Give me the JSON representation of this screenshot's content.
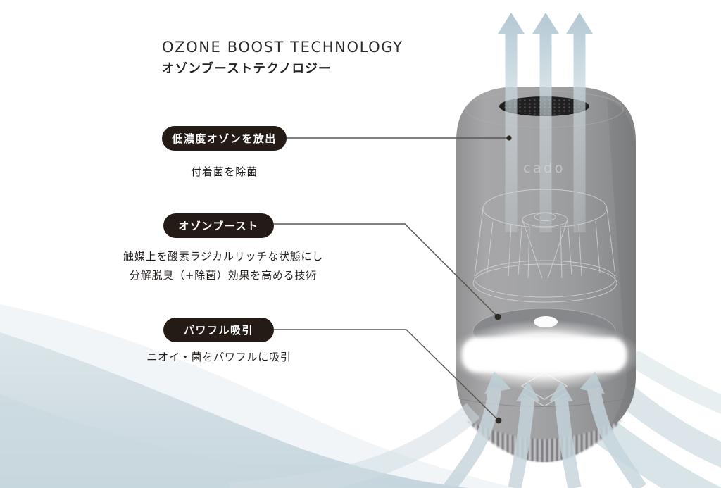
{
  "title": {
    "en": "OZONE BOOST TECHNOLOGY",
    "ja": "オゾンブーストテクノロジー"
  },
  "callouts": [
    {
      "label": "低濃度オゾンを放出",
      "description": "付着菌を除菌"
    },
    {
      "label": "オゾンブースト",
      "description_line1": "触媒上を酸素ラジカルリッチな状態にし",
      "description_line2": "分解脱臭（+除菌）効果を高める技術"
    },
    {
      "label": "パワフル吸引",
      "description": "ニオイ・菌をパワフルに吸引"
    }
  ],
  "product": {
    "brand_logo": "cado"
  },
  "colors": {
    "label_background": "#241b16",
    "label_text": "#ffffff",
    "airflow_arrow": "#c6d6dd",
    "wave_accent": "#cdd9e0",
    "device_body": "#9b9c9e",
    "callout_line": "#5b5753"
  }
}
